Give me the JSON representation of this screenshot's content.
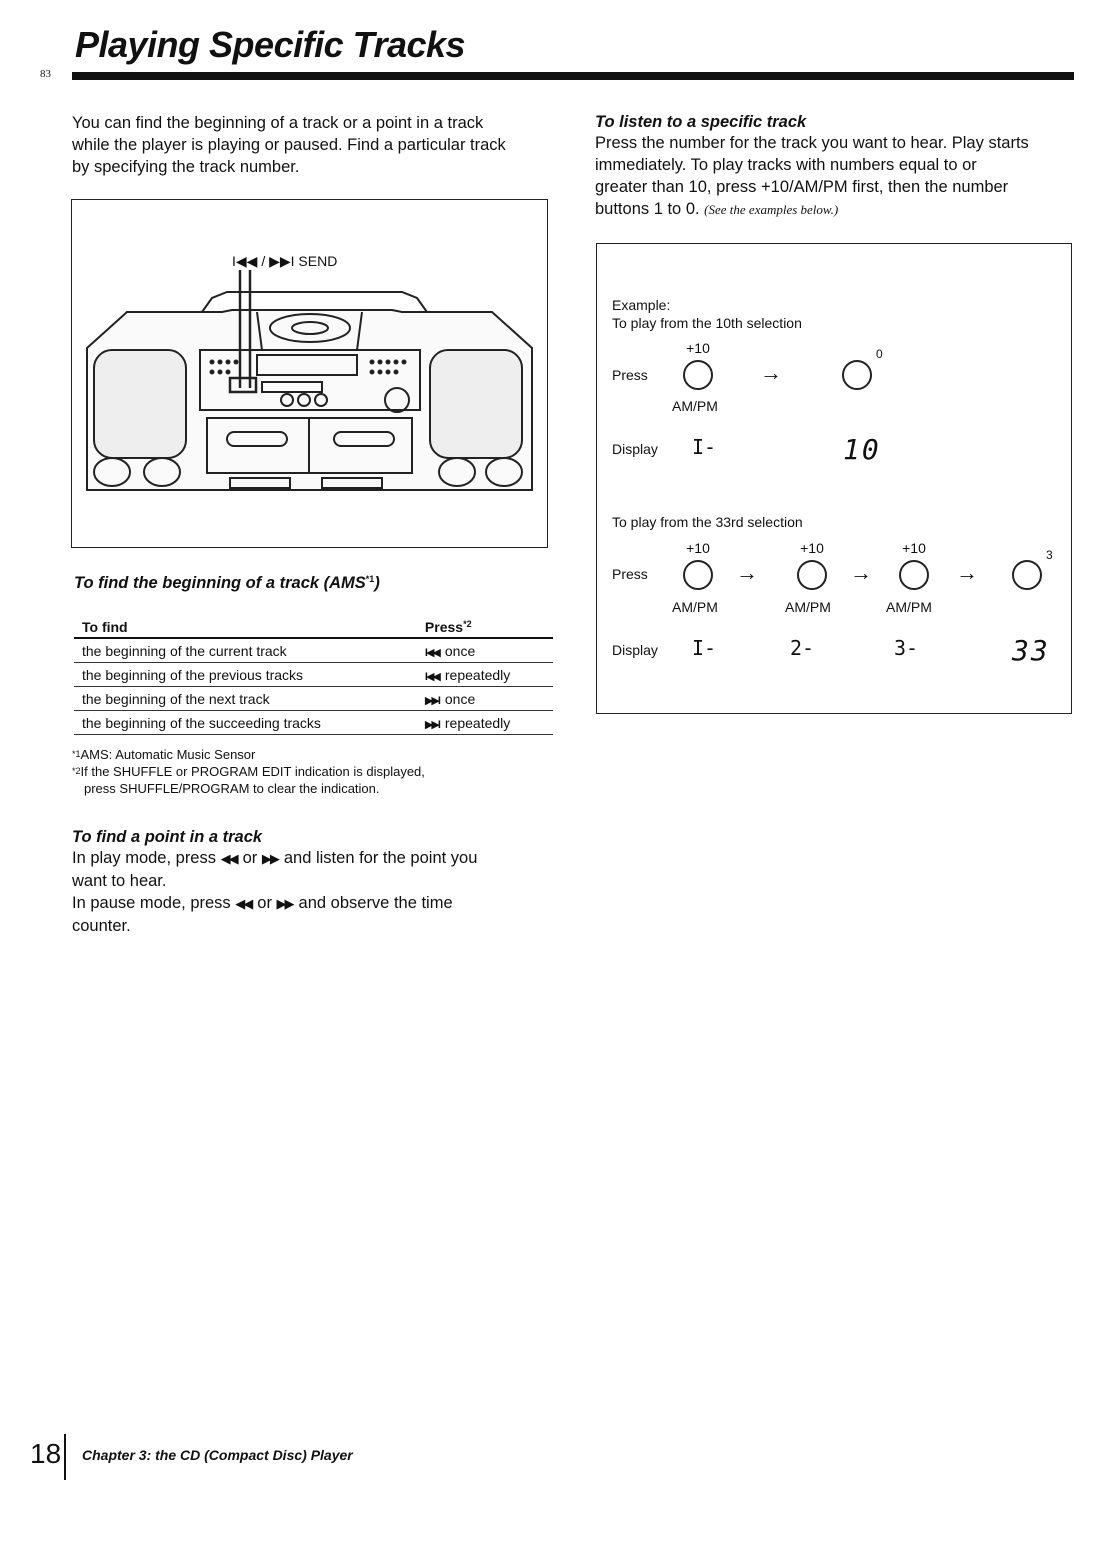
{
  "header": {
    "title": "Playing Specific Tracks",
    "page_id": "83"
  },
  "intro": {
    "line1": "You can find the beginning of a track or a point in a track",
    "line2": "while the player is playing or paused. Find a particular track",
    "line3": "by specifying the track number."
  },
  "figure": {
    "label": "I◀◀ / ▶▶I SEND"
  },
  "ams": {
    "heading": "To find the beginning of a track (AMS",
    "heading_mark": "*1",
    "heading_end": ")",
    "col_find": "To find",
    "col_press": "Press",
    "col_press_mark": "*2",
    "rows": [
      {
        "find": "the beginning of the current track",
        "symbol": "I◀◀",
        "press": "once"
      },
      {
        "find": "the beginning of the previous tracks",
        "symbol": "I◀◀",
        "press": "repeatedly"
      },
      {
        "find": "the beginning of the next track",
        "symbol": "▶▶I",
        "press": "once"
      },
      {
        "find": "the beginning of the succeeding tracks",
        "symbol": "▶▶I",
        "press": "repeatedly"
      }
    ],
    "fn1_mark": "*1",
    "fn1": "AMS: Automatic Music Sensor",
    "fn2_mark": "*2",
    "fn2_line1": "If the SHUFFLE or PROGRAM EDIT indication is displayed,",
    "fn2_line2": "press SHUFFLE/PROGRAM to clear the indication."
  },
  "point": {
    "heading": "To find a point in a track",
    "line1_a": "In play mode, press",
    "line1_s1": "◀◀",
    "line1_or": "or",
    "line1_s2": "▶▶",
    "line1_b": "and listen for the point you",
    "line2": "want to hear.",
    "line3_a": "In pause mode, press",
    "line3_s1": "◀◀",
    "line3_or": "or",
    "line3_s2": "▶▶",
    "line3_b": "and observe the time",
    "line4": "counter."
  },
  "listen": {
    "heading": "To listen to a specific track",
    "line1": "Press the number for the track you want to hear. Play starts",
    "line2": "immediately. To play tracks with numbers equal to or",
    "line3": "greater than 10, press +10/AM/PM first, then the number",
    "line4": "buttons 1 to 0.",
    "line4_note": "(See the examples below.)"
  },
  "example": {
    "label": "Example:",
    "ex1_title": "To play from the 10th selection",
    "press": "Press",
    "display": "Display",
    "plus10": "+10",
    "ampm": "AM/PM",
    "digit0": "0",
    "ex1_lcd": "10",
    "ex2_title": "To play from the 33rd selection",
    "digit3": "3",
    "ex2_lcd": "33",
    "flash1": "I-",
    "flash2": "2-",
    "flash3": "3-"
  },
  "footer": {
    "page_number": "18",
    "chapter": "Chapter 3: the CD (Compact Disc) Player"
  }
}
